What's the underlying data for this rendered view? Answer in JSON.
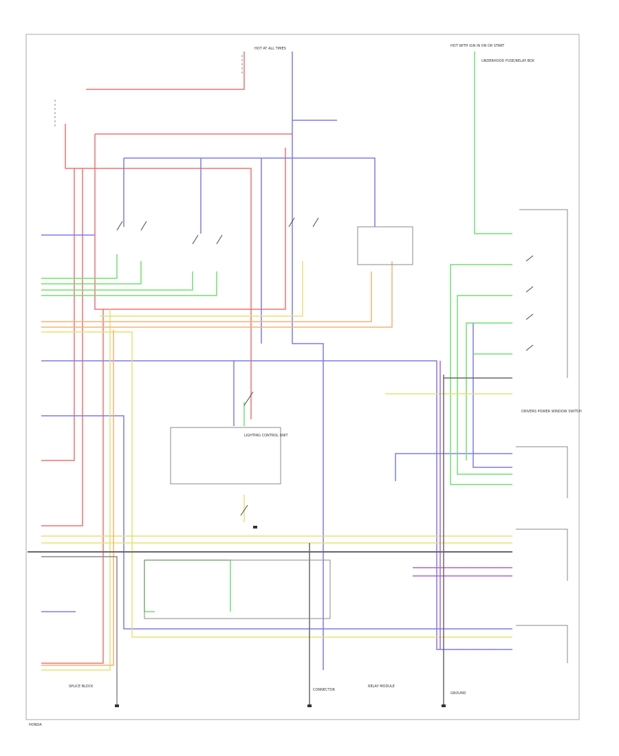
{
  "colors": {
    "red": "#f07070",
    "blue": "#7a7af0",
    "green": "#6fe06f",
    "yellow": "#e8e070",
    "orange": "#f5b070",
    "purple": "#b060d0",
    "gray": "#777777",
    "dark": "#555555"
  },
  "labels": {
    "top_fuse": "HOT AT ALL TIMES",
    "top_right_fuse": "HOT WITH IGN IN ON OR START",
    "right_top_box": "UNDERHOOD FUSE/RELAY BOX",
    "right_switch_box": "DRIVERS POWER WINDOW SWITCH",
    "control_unit": "LIGHTING CONTROL UNIT",
    "bottom_left": "SPLICE BLOCK",
    "bottom_mid_left": "CONNECTOR",
    "bottom_mid": "RELAY MODULE",
    "bottom_right": "GROUND",
    "page_code": "HONDA"
  }
}
